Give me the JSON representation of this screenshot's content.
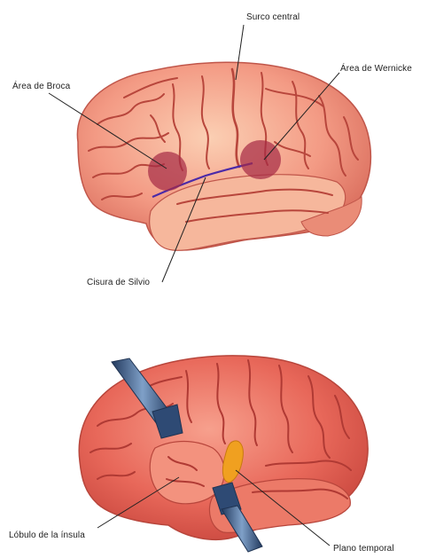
{
  "top_diagram": {
    "labels": {
      "central_sulcus": "Surco central",
      "broca": "Área de Broca",
      "wernicke": "Área de Wernicke",
      "sylvian_fissure": "Cisura de Silvio"
    },
    "colors": {
      "cortex": "#ef8e7c",
      "gyrus_highlight": "#f9c3a6",
      "sulcus": "#b8463c",
      "language_area": "#a52a44",
      "fissure_line": "#4b2aa8"
    }
  },
  "bottom_diagram": {
    "labels": {
      "insular_lobe": "Lóbulo de la ínsula",
      "planum_temporale": "Plano temporal"
    },
    "colors": {
      "cortex": "#e9685c",
      "gyrus_highlight": "#f59a86",
      "retractor": "#3a5a8a",
      "planum_temporale": "#f0a020"
    }
  }
}
